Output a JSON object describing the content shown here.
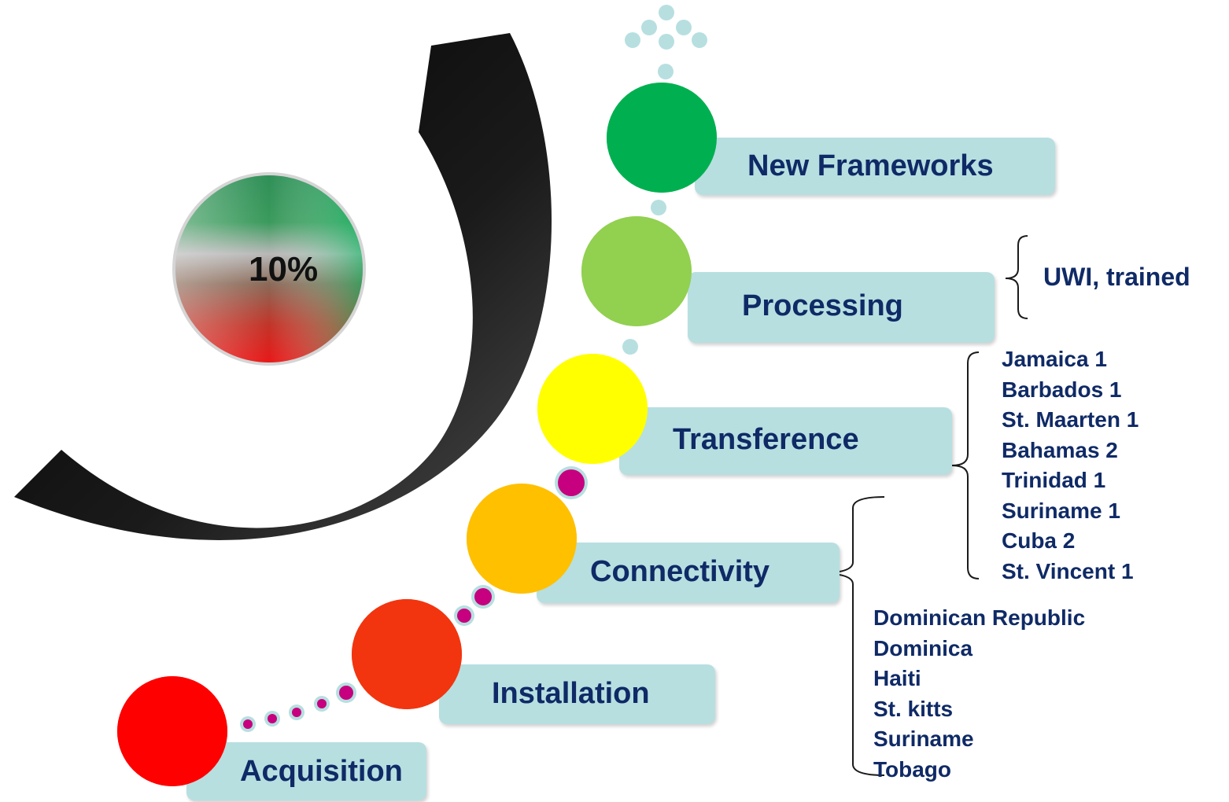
{
  "progress": {
    "value_label": "10%",
    "value": 0.1
  },
  "stages": [
    {
      "label": "Acquisition",
      "color": "#fe0000"
    },
    {
      "label": "Installation",
      "color": "#f2350f"
    },
    {
      "label": "Connectivity",
      "color": "#ffc000"
    },
    {
      "label": "Transference",
      "color": "#ffff00"
    },
    {
      "label": "Processing",
      "color": "#92d050"
    },
    {
      "label": "New Frameworks",
      "color": "#00b050"
    }
  ],
  "processing_note": "UWI, trained",
  "transference_list": [
    "Jamaica 1",
    "Barbados 1",
    "St. Maarten 1",
    "Bahamas 2",
    "Trinidad 1",
    "Suriname 1",
    "Cuba 2",
    "St. Vincent 1"
  ],
  "connectivity_list": [
    "Dominican Republic",
    "Dominica",
    "Haiti",
    "St. kitts",
    "Suriname",
    "Tobago"
  ],
  "colors": {
    "label_box": "#b7dfe0",
    "text": "#0f2a66",
    "dot_light": "#b7dfe0",
    "dot_magenta": "#c6007e",
    "arrow": "#000000"
  }
}
